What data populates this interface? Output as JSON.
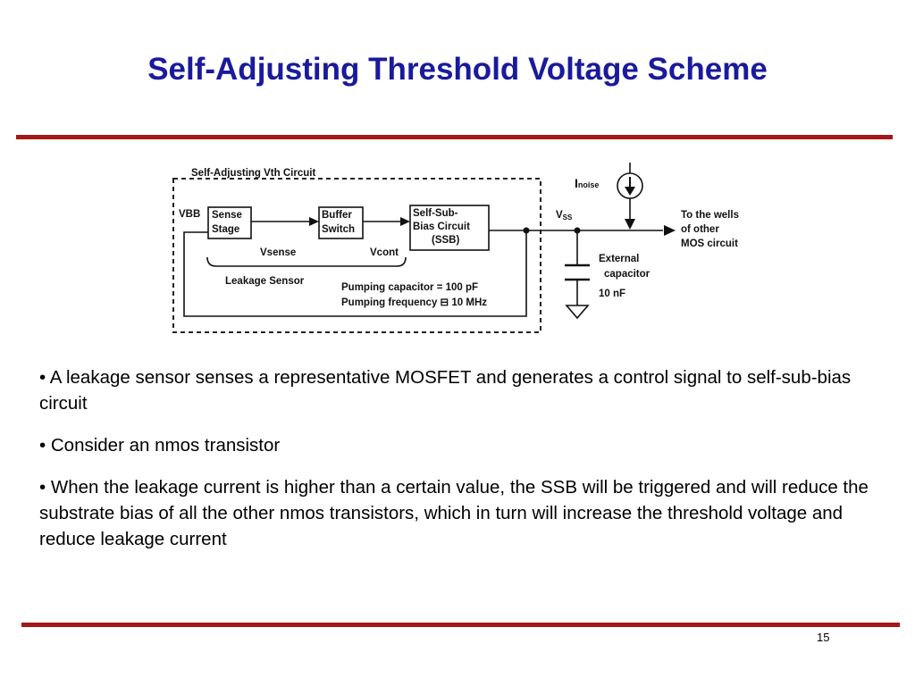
{
  "slide": {
    "title": "Self-Adjusting Threshold Voltage Scheme",
    "page_number": "15"
  },
  "diagram": {
    "circuit_title": "Self-Adjusting Vth Circuit",
    "vbb": "VBB",
    "sense_stage": [
      "Sense",
      "Stage"
    ],
    "buffer_switch": [
      "Buffer",
      "Switch"
    ],
    "ssb": [
      "Self-Sub-",
      "Bias Circuit",
      "(SSB)"
    ],
    "vsense": "Vsense",
    "vcont": "Vcont",
    "leakage_sensor": "Leakage Sensor",
    "pumping_capacitor": "Pumping capacitor = 100 pF",
    "pumping_frequency": "Pumping frequency ⊟ 10 MHz",
    "vss": {
      "main": "V",
      "sub": "SS"
    },
    "inoise": {
      "main": "I",
      "sub": "noise"
    },
    "to_wells": [
      "To the wells",
      "of other",
      "MOS circuit"
    ],
    "external_capacitor": [
      "External",
      "capacitor",
      "10 nF"
    ]
  },
  "bullets": [
    "• A leakage sensor senses a representative MOSFET and generates a control signal to self-sub-bias circuit",
    "• Consider an nmos  transistor",
    "• When the leakage current is higher than a certain value, the SSB will be triggered and will reduce the substrate bias of all the other nmos transistors, which in turn will increase the threshold voltage and reduce leakage current"
  ]
}
